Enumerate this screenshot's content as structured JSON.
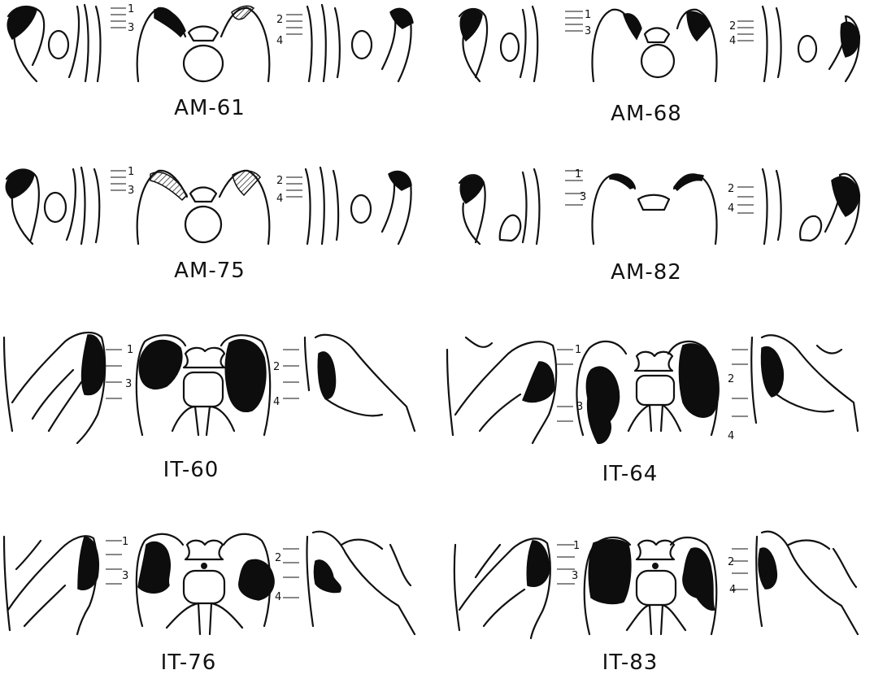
{
  "panels": [
    {
      "label": "AM-61",
      "numbers": [
        "1",
        "3",
        "2",
        "4"
      ]
    },
    {
      "label": "AM-68",
      "numbers": [
        "1",
        "3",
        "2",
        "4"
      ]
    },
    {
      "label": "AM-75",
      "numbers": [
        "1",
        "3",
        "2",
        "4"
      ]
    },
    {
      "label": "AM-82",
      "numbers": [
        "1",
        "3",
        "2",
        "4"
      ]
    },
    {
      "label": "IT-60",
      "numbers": [
        "1",
        "3",
        "2",
        "4"
      ]
    },
    {
      "label": "IT-64",
      "numbers": [
        "1",
        "3",
        "2",
        "4"
      ]
    },
    {
      "label": "IT-76",
      "numbers": [
        "1",
        "3",
        "2",
        "4"
      ]
    },
    {
      "label": "IT-83",
      "numbers": [
        "1",
        "3",
        "2",
        "4"
      ]
    }
  ]
}
